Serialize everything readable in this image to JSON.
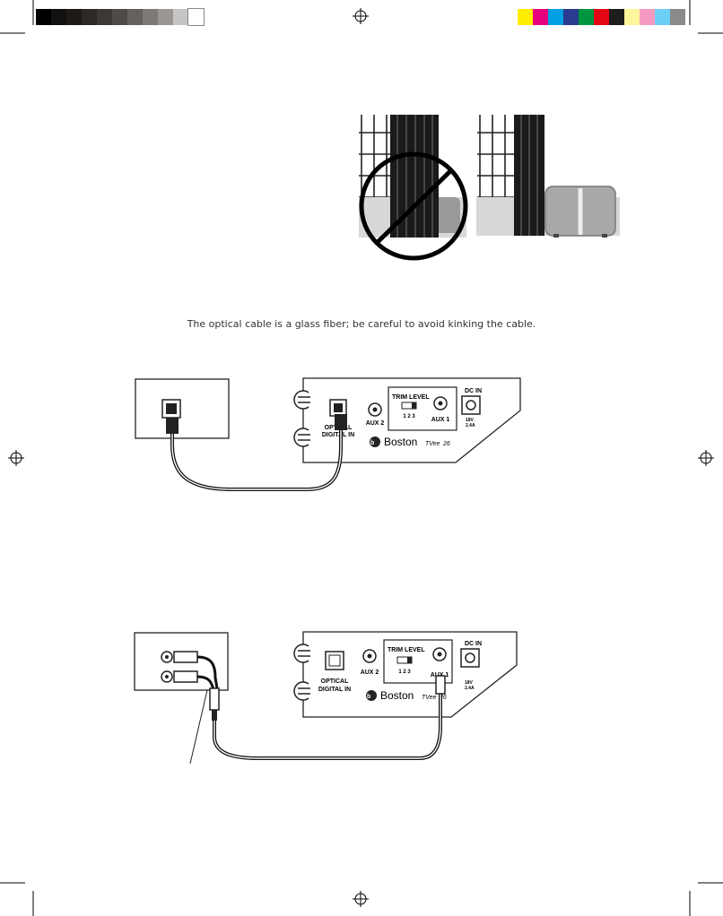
{
  "print_marks": {
    "gray_bar": [
      "#000000",
      "#111111",
      "#1f1a18",
      "#2e2926",
      "#3d3836",
      "#504a48",
      "#66605e",
      "#7e7977",
      "#9a9694",
      "#c6c5c4",
      "#ffffff"
    ],
    "color_bar": [
      "#ffed00",
      "#e6007e",
      "#00a0e3",
      "#2a3c8f",
      "#009640",
      "#e30613",
      "#1d1d1b",
      "#fff59b",
      "#f49ac1",
      "#6dcff6",
      "#8a8a8a"
    ]
  },
  "placement_illustration": {
    "bad_example": "prohibited-placement",
    "good_example": "recommended-placement"
  },
  "optical_caution": "The optical cable is a glass fiber; be careful to avoid kinking the cable.",
  "panel": {
    "trim_level": "TRIM LEVEL",
    "trim_numbers": "1 2 3",
    "dc_in": "DC IN",
    "aux2": "AUX 2",
    "aux1": "AUX 1",
    "optical_line1": "OPTICAL",
    "optical_line2": "DIGITAL IN",
    "brand": "Boston",
    "model": "TVee",
    "model_num": "26",
    "power_line1": "18V",
    "power_line2": "2.4A"
  }
}
